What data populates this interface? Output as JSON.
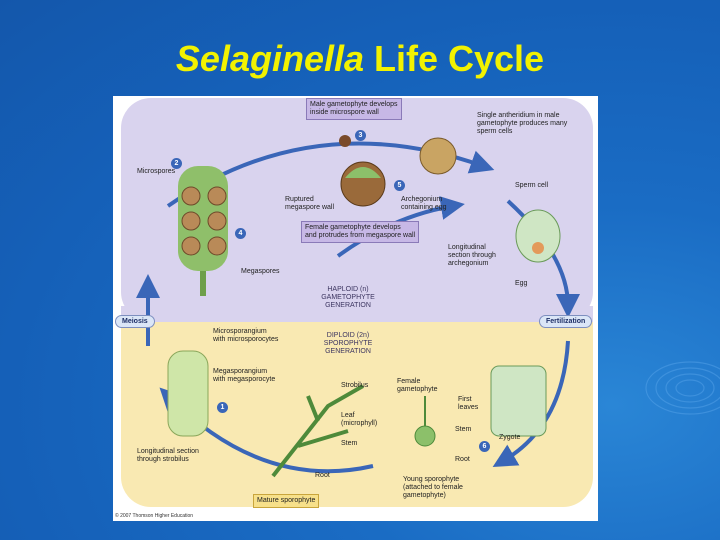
{
  "title": {
    "italic": "Selaginella",
    "rest": " Life Cycle"
  },
  "phases": {
    "haploid": "HAPLOID (n)\nGAMETOPHYTE\nGENERATION",
    "diploid": "DIPLOID (2n)\nSPOROPHYTE\nGENERATION"
  },
  "events": {
    "meiosis": "Meiosis",
    "fertilization": "Fertilization"
  },
  "steps": [
    "1",
    "2",
    "3",
    "4",
    "5",
    "6"
  ],
  "boxes": {
    "male_gametophyte": "Male gametophyte develops\ninside microspore wall",
    "female_gametophyte": "Female gametophyte develops\nand protrudes from megaspore wall",
    "mature_sporophyte": "Mature sporophyte"
  },
  "labels": {
    "microspores": "Microspores",
    "megaspores": "Megaspores",
    "single_antheridium": "Single antheridium in male\ngametophyte produces many\nsperm cells",
    "sperm_cell": "Sperm cell",
    "ruptured_megaspore": "Ruptured\nmegaspore wall",
    "archegonium": "Archegonium\ncontaining egg",
    "longitudinal_archegonium": "Longitudinal\nsection through\narchegonium",
    "egg": "Egg",
    "microsporangium": "Microsporangium\nwith microsporocytes",
    "megasporangium": "Megasporangium\nwith megasporocyte",
    "strobilus": "Strobilus",
    "leaf": "Leaf\n(microphyll)",
    "stem": "Stem",
    "root": "Root",
    "longitudinal_strobilus": "Longitudinal section\nthrough strobilus",
    "female_gametophyte_lbl": "Female\ngametophyte",
    "first_leaves": "First\nleaves",
    "stem2": "Stem",
    "root2": "Root",
    "zygote": "Zygote",
    "young_sporophyte": "Young sporophyte\n(attached to female\ngametophyte)"
  },
  "copyright": "© 2007 Thomson Higher Education",
  "colors": {
    "title": "#f2f200",
    "haploid_bg": "#d9d3ee",
    "diploid_bg": "#f9e9b2",
    "arrow": "#3a66b8"
  }
}
